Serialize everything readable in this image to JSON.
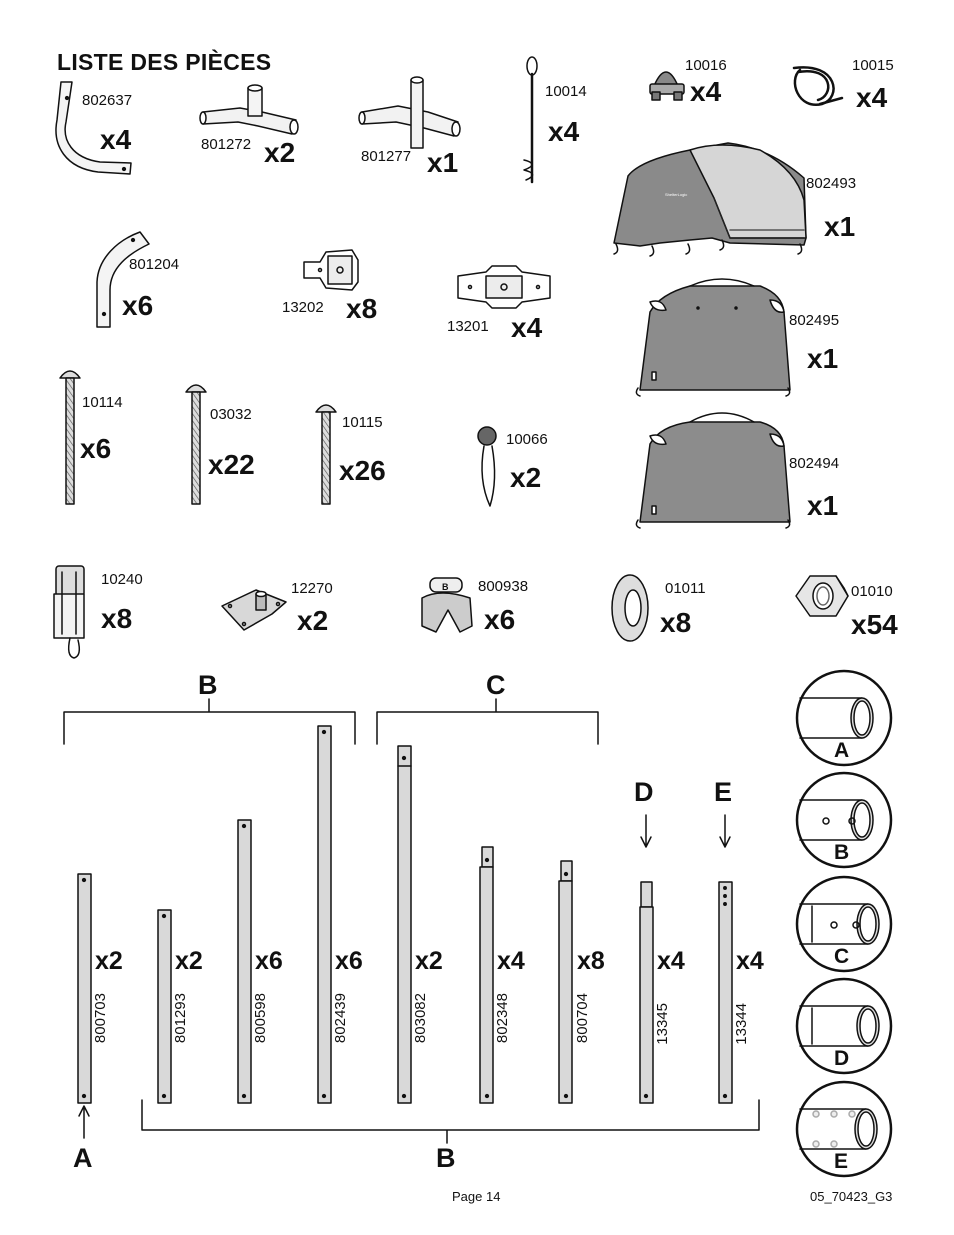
{
  "title": "LISTE DES PIÈCES",
  "parts": [
    {
      "pn": "802637",
      "qty": "x4"
    },
    {
      "pn": "801272",
      "qty": "x2"
    },
    {
      "pn": "801277",
      "qty": "x1"
    },
    {
      "pn": "10014",
      "qty": "x4"
    },
    {
      "pn": "10016",
      "qty": "x4"
    },
    {
      "pn": "10015",
      "qty": "x4"
    },
    {
      "pn": "802493",
      "qty": "x1"
    },
    {
      "pn": "801204",
      "qty": "x6"
    },
    {
      "pn": "13202",
      "qty": "x8"
    },
    {
      "pn": "13201",
      "qty": "x4"
    },
    {
      "pn": "802495",
      "qty": "x1"
    },
    {
      "pn": "10114",
      "qty": "x6"
    },
    {
      "pn": "03032",
      "qty": "x22"
    },
    {
      "pn": "10115",
      "qty": "x26"
    },
    {
      "pn": "10066",
      "qty": "x2"
    },
    {
      "pn": "802494",
      "qty": "x1"
    },
    {
      "pn": "10240",
      "qty": "x8"
    },
    {
      "pn": "12270",
      "qty": "x2"
    },
    {
      "pn": "800938",
      "qty": "x6"
    },
    {
      "pn": "01011",
      "qty": "x8"
    },
    {
      "pn": "01010",
      "qty": "x54"
    }
  ],
  "tubes": [
    {
      "pn": "800703",
      "qty": "x2"
    },
    {
      "pn": "801293",
      "qty": "x2"
    },
    {
      "pn": "800598",
      "qty": "x6"
    },
    {
      "pn": "802439",
      "qty": "x6"
    },
    {
      "pn": "803082",
      "qty": "x2"
    },
    {
      "pn": "802348",
      "qty": "x4"
    },
    {
      "pn": "800704",
      "qty": "x8"
    },
    {
      "pn": "13345",
      "qty": "x4"
    },
    {
      "pn": "13344",
      "qty": "x4"
    }
  ],
  "brackets": {
    "top_b": "B",
    "top_c": "C",
    "bottom_b": "B",
    "arrow_a": "A",
    "arrow_d": "D",
    "arrow_e": "E"
  },
  "ends": [
    "A",
    "B",
    "C",
    "D",
    "E"
  ],
  "footer": {
    "page": "Page 14",
    "code": "05_70423_G3"
  }
}
